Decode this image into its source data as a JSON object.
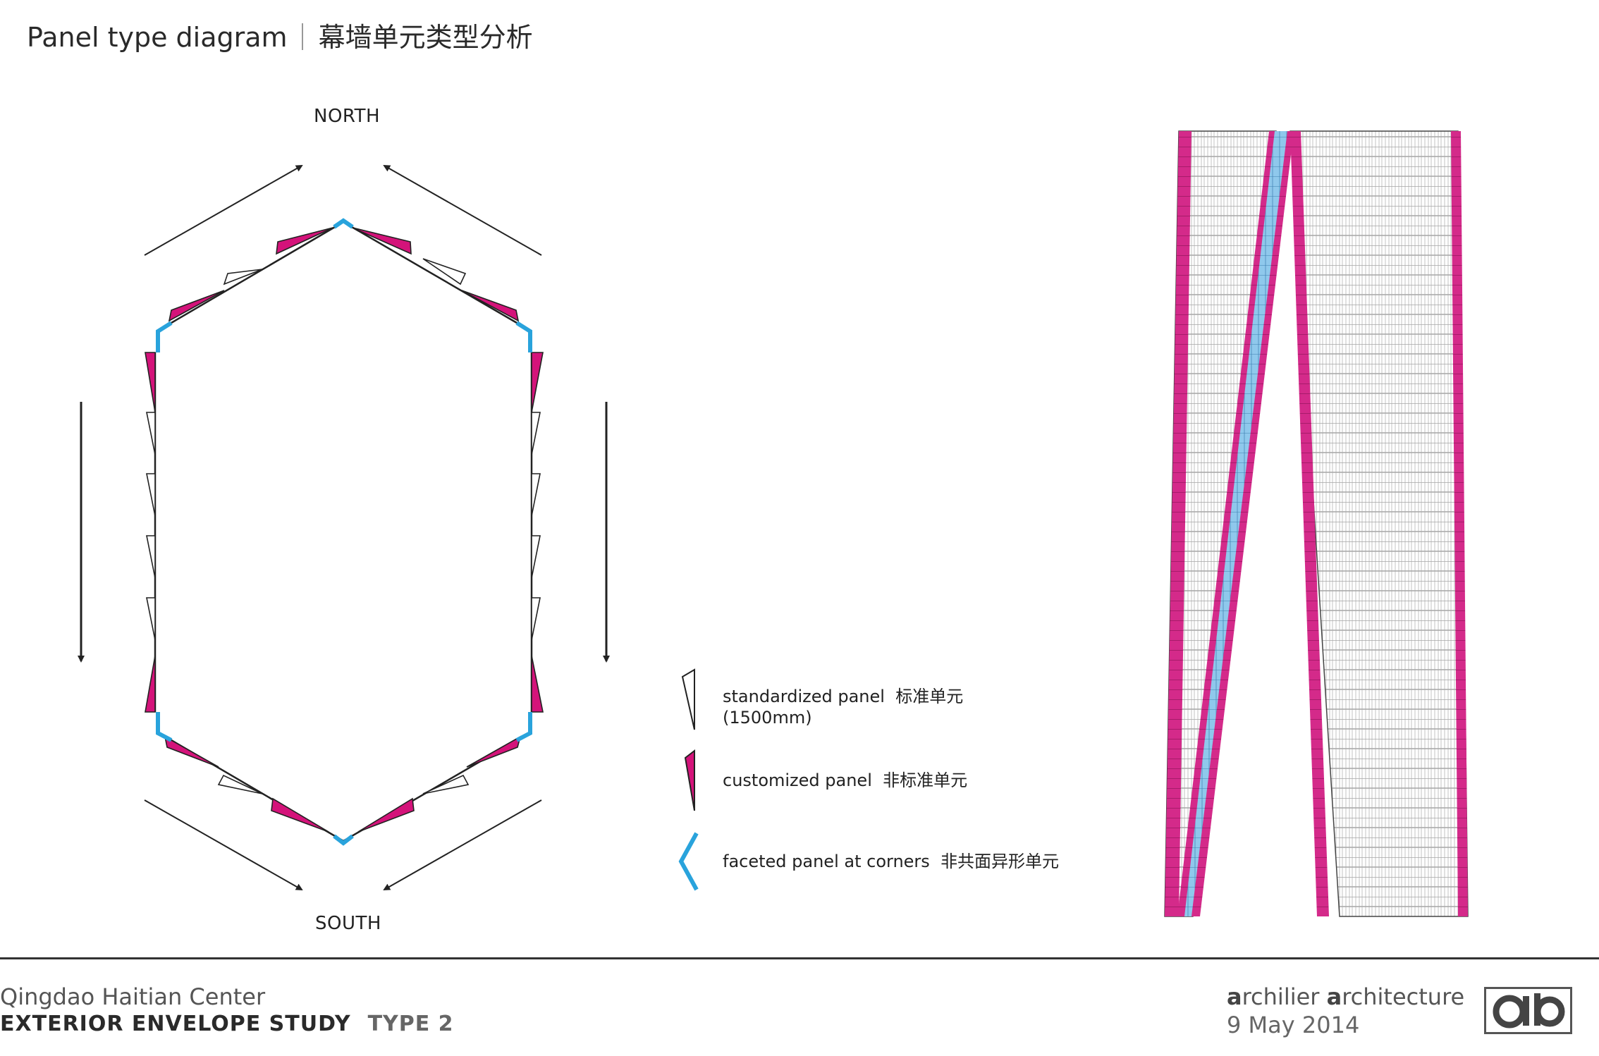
{
  "header": {
    "title_en": "Panel type diagram",
    "title_cn": "幕墙单元类型分析"
  },
  "compass": {
    "north": "NORTH",
    "south": "SOUTH"
  },
  "legend": {
    "standardized": {
      "label": "standardized panel",
      "label_cn": "标准单元",
      "detail": "(1500mm)",
      "icon": "white-triangle-panel-icon"
    },
    "customized": {
      "label": "customized panel",
      "label_cn": "非标准单元",
      "icon": "magenta-triangle-panel-icon"
    },
    "faceted": {
      "label": "faceted panel at corners",
      "label_cn": "非共面异形单元",
      "icon": "blue-chevron-panel-icon"
    }
  },
  "footer": {
    "project": "Qingdao Haitian Center",
    "study": "EXTERIOR ENVELOPE STUDY",
    "type": "TYPE 2",
    "firm_prefix_1": "a",
    "firm_word_1": "rchilier",
    "firm_prefix_2": "a",
    "firm_word_2": "rchitecture",
    "date": "9 May 2014",
    "logo": "ab"
  },
  "colors": {
    "customized": "#d4137a",
    "faceted": "#29a3dc",
    "outline": "#222222"
  }
}
